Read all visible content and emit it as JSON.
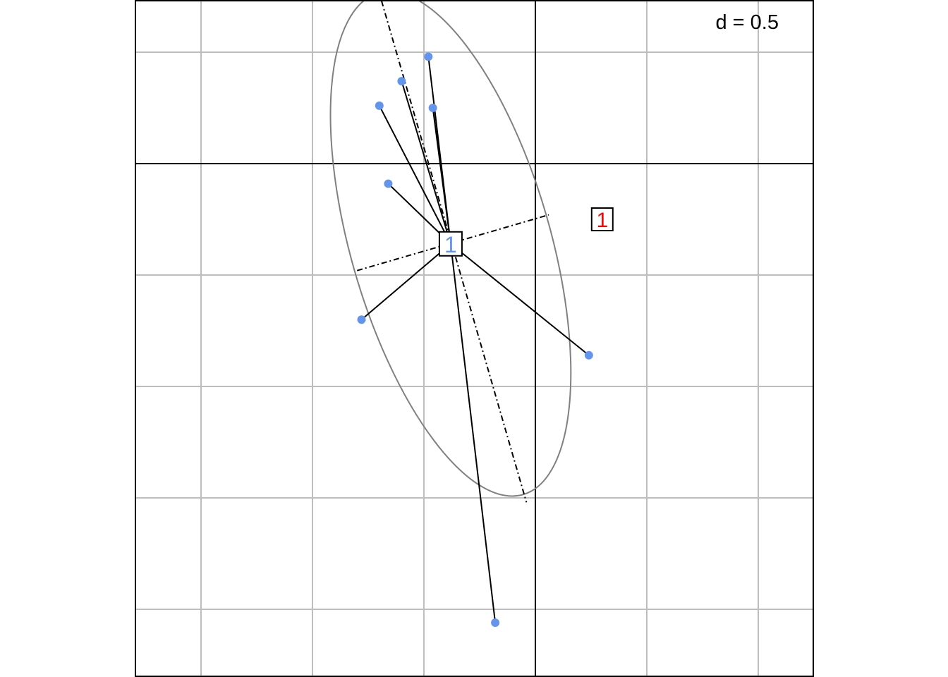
{
  "chart_data": {
    "type": "scatter",
    "scale_label": "d = 0.5",
    "grid": true,
    "grid_step": 0.5,
    "xlim": [
      -1.8,
      1.25
    ],
    "ylim": [
      -2.3,
      0.73
    ],
    "axes_origin": [
      0,
      0
    ],
    "colors": {
      "points": "#6495ED",
      "class_label": "#6495ED",
      "reference_label": "#FF0000",
      "grid": "#BEBEBE",
      "ellipse": "#808080",
      "links": "#000000"
    },
    "class": {
      "label": "1",
      "center": [
        -0.38,
        -0.36
      ],
      "points": [
        [
          -0.48,
          0.48
        ],
        [
          -0.6,
          0.37
        ],
        [
          -0.7,
          0.26
        ],
        [
          -0.46,
          0.25
        ],
        [
          -0.66,
          -0.09
        ],
        [
          -0.78,
          -0.7
        ],
        [
          0.24,
          -0.86
        ],
        [
          -0.18,
          -2.06
        ]
      ],
      "ellipse_axis_endpoints": {
        "major": [
          [
            -0.69,
            0.73
          ],
          [
            -0.04,
            -1.52
          ]
        ],
        "minor": [
          [
            -0.8,
            -0.48
          ],
          [
            0.06,
            -0.23
          ]
        ]
      }
    },
    "reference": {
      "label": "1",
      "position": [
        0.3,
        -0.25
      ]
    }
  }
}
